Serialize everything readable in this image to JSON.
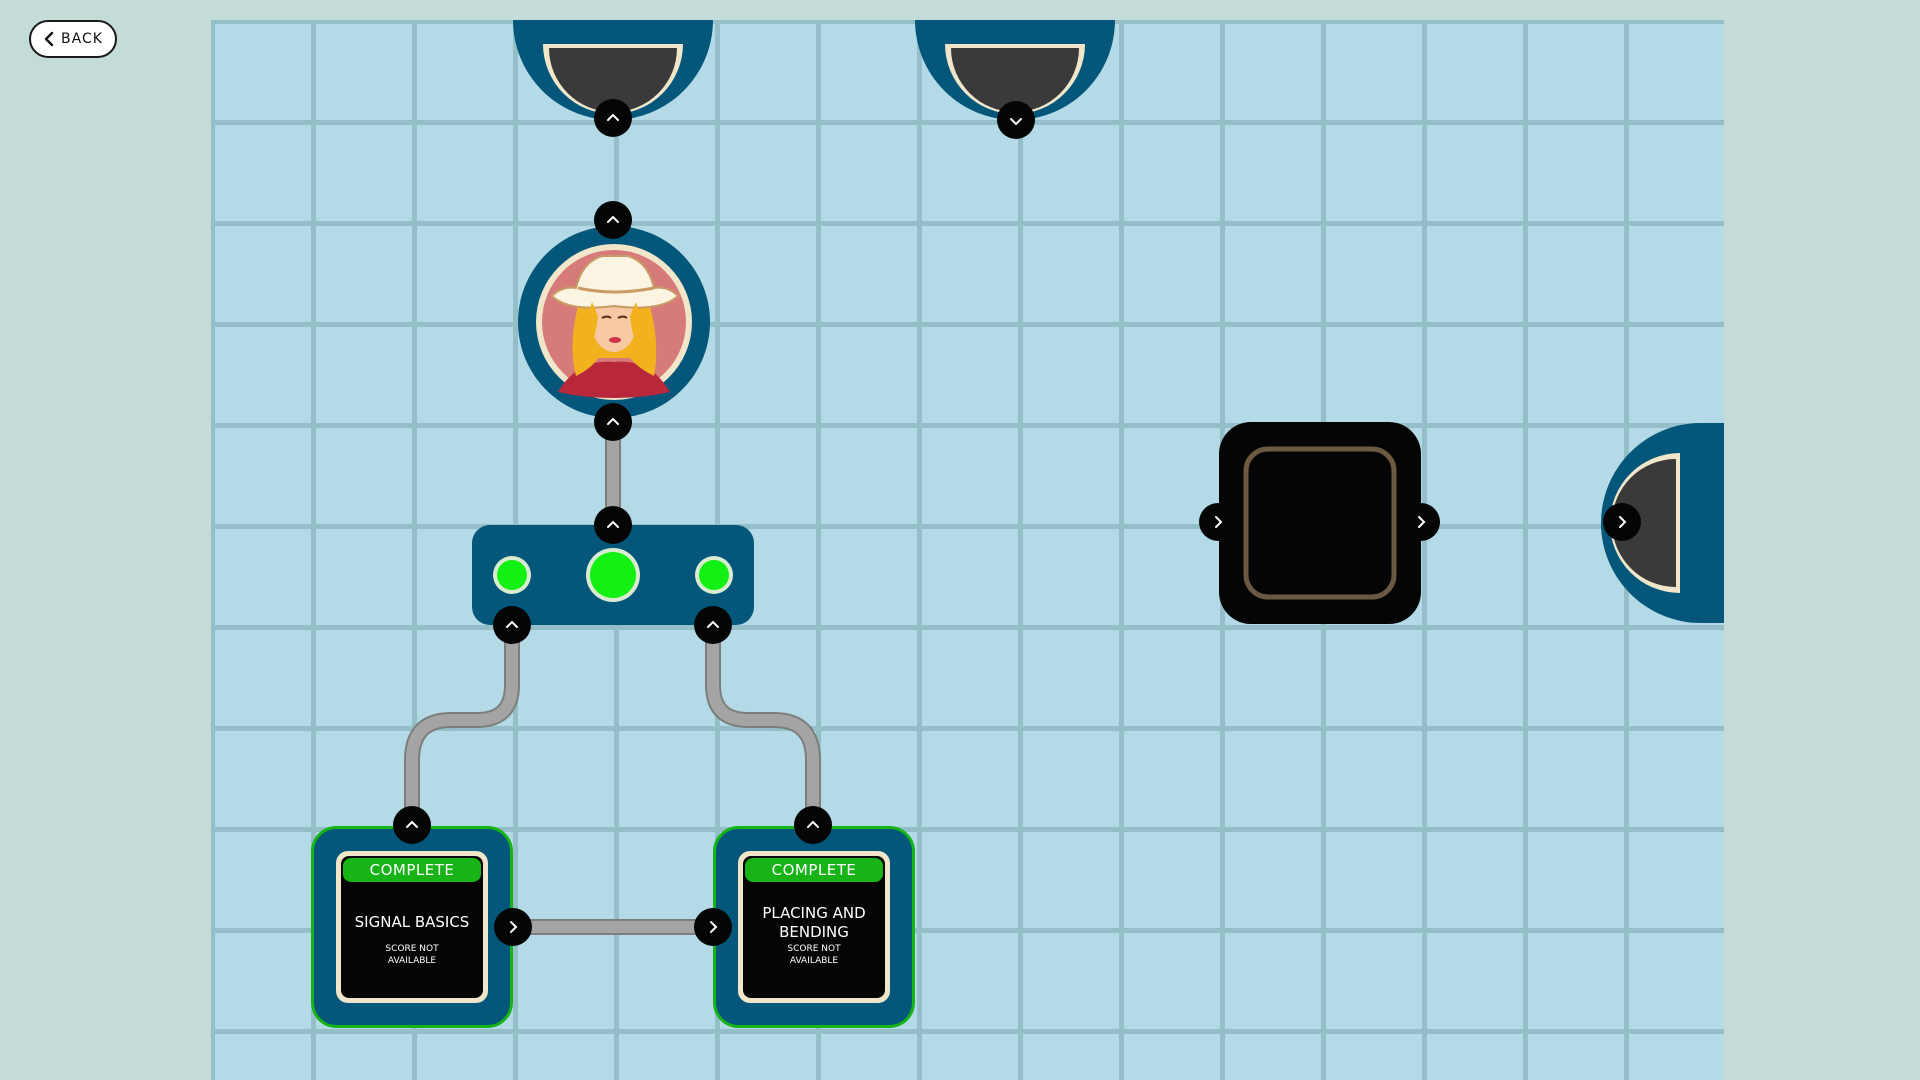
{
  "header": {
    "back_label": "BACK"
  },
  "nodes": {
    "signal_basics": {
      "status": "COMPLETE",
      "title_lines": [
        "SIGNAL BASICS"
      ],
      "score_lines": [
        "SCORE NOT",
        "AVAILABLE"
      ]
    },
    "placing_and_bending": {
      "status": "COMPLETE",
      "title_lines": [
        "PLACING AND",
        "BENDING"
      ],
      "score_lines": [
        "SCORE NOT",
        "AVAILABLE"
      ]
    }
  },
  "icons": {
    "back": "chevron-left-icon",
    "port_up": "chevron-up-icon",
    "port_down": "chevron-down-icon",
    "port_right": "chevron-right-icon",
    "character": "cowgirl-portrait-icon"
  },
  "colors": {
    "background": "#c3dcd7",
    "grid_fill": "#b3dae6",
    "grid_line": "#94bfc9",
    "node_blue": "#04577a",
    "port_black": "#050505",
    "status_green": "#17b317",
    "indicator_green": "#13f013",
    "wire_gray": "#9d9d9d"
  }
}
